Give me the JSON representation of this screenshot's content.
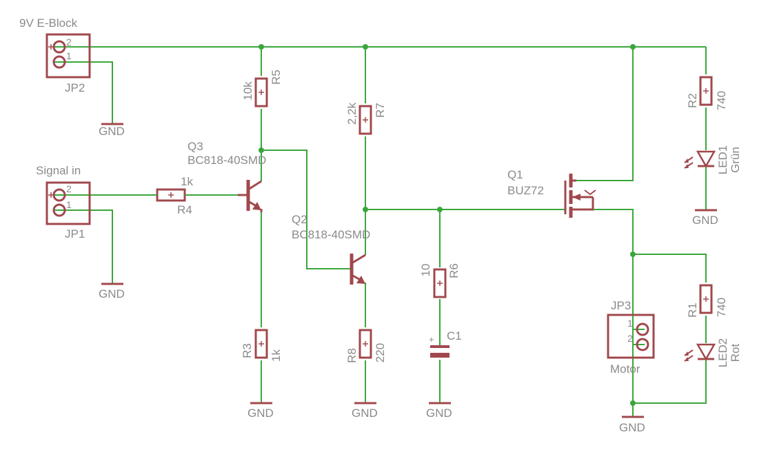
{
  "colors": {
    "wire": "#3aa63a",
    "symbol": "#a0484c",
    "text": "#8a8a8a",
    "background": "#ffffff"
  },
  "labels": {
    "jp2_name": "9V E-Block",
    "jp2_ref": "JP2",
    "jp1_name": "Signal in",
    "jp1_ref": "JP1",
    "jp3_ref": "JP3",
    "jp3_name": "Motor",
    "pin1": "1",
    "pin2": "2",
    "gnd": "GND",
    "r5_value": "10k",
    "r5_ref": "R5",
    "r7_value": "2,2k",
    "r7_ref": "R7",
    "r4_value": "1k",
    "r4_ref": "R4",
    "r3_ref": "R3",
    "r3_value": "1k",
    "r8_ref": "R8",
    "r8_value": "220",
    "r6_value": "10",
    "r6_ref": "R6",
    "r2_ref": "R2",
    "r2_value": "740",
    "r1_ref": "R1",
    "r1_value": "740",
    "c1_ref": "C1",
    "c1_plus": "+",
    "q3_ref": "Q3",
    "q3_part": "BC818-40SMD",
    "q2_ref": "Q2",
    "q2_part": "BC818-40SMD",
    "q1_ref": "Q1",
    "q1_part": "BUZ72",
    "led1_ref": "LED1",
    "led1_color": "Grün",
    "led2_ref": "LED2",
    "led2_color": "Rot"
  }
}
